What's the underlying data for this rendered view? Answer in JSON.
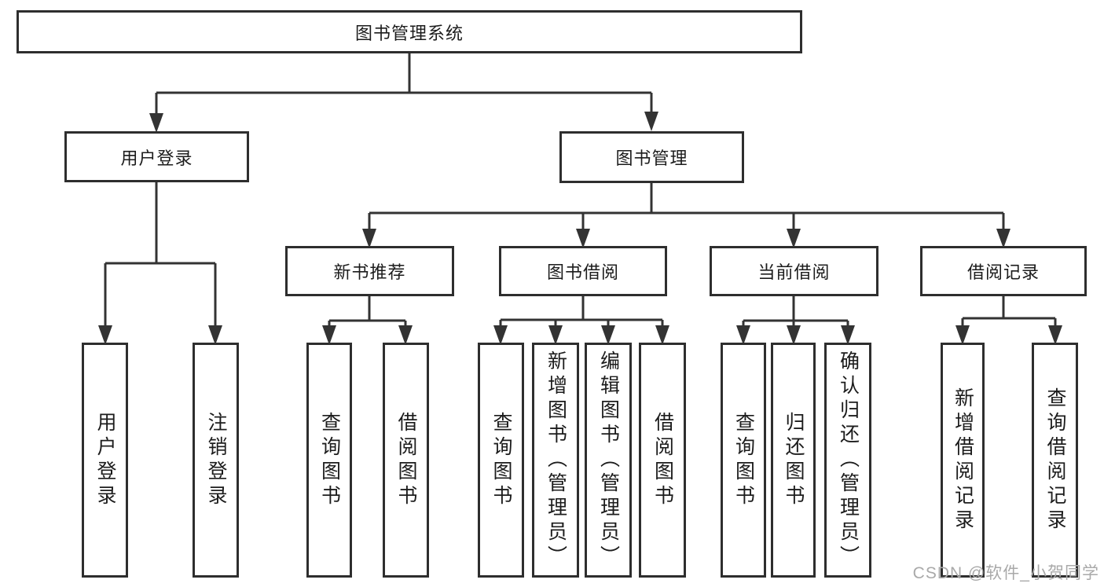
{
  "diagram_title": "图书管理系统",
  "watermark": "CSDN @软件_小贺同学",
  "colors": {
    "line": "#333333",
    "box_border": "#2e2e2e",
    "text": "#1c1c1c",
    "watermark": "#a9a9a9",
    "background": "#ffffff"
  },
  "tree": {
    "root": {
      "label": "图书管理系统"
    },
    "children": [
      {
        "label": "用户登录",
        "children": [
          {
            "label": "用户登录"
          },
          {
            "label": "注销登录"
          }
        ]
      },
      {
        "label": "图书管理",
        "children": [
          {
            "label": "新书推荐",
            "children": [
              {
                "label": "查询图书"
              },
              {
                "label": "借阅图书"
              }
            ]
          },
          {
            "label": "图书借阅",
            "children": [
              {
                "label": "查询图书"
              },
              {
                "label": "新增图书（管理员）"
              },
              {
                "label": "编辑图书（管理员）"
              },
              {
                "label": "借阅图书"
              }
            ]
          },
          {
            "label": "当前借阅",
            "children": [
              {
                "label": "查询图书"
              },
              {
                "label": "归还图书"
              },
              {
                "label": "确认归还（管理员）"
              }
            ]
          },
          {
            "label": "借阅记录",
            "children": [
              {
                "label": "新增借阅记录"
              },
              {
                "label": "查询借阅记录"
              }
            ]
          }
        ]
      }
    ]
  }
}
